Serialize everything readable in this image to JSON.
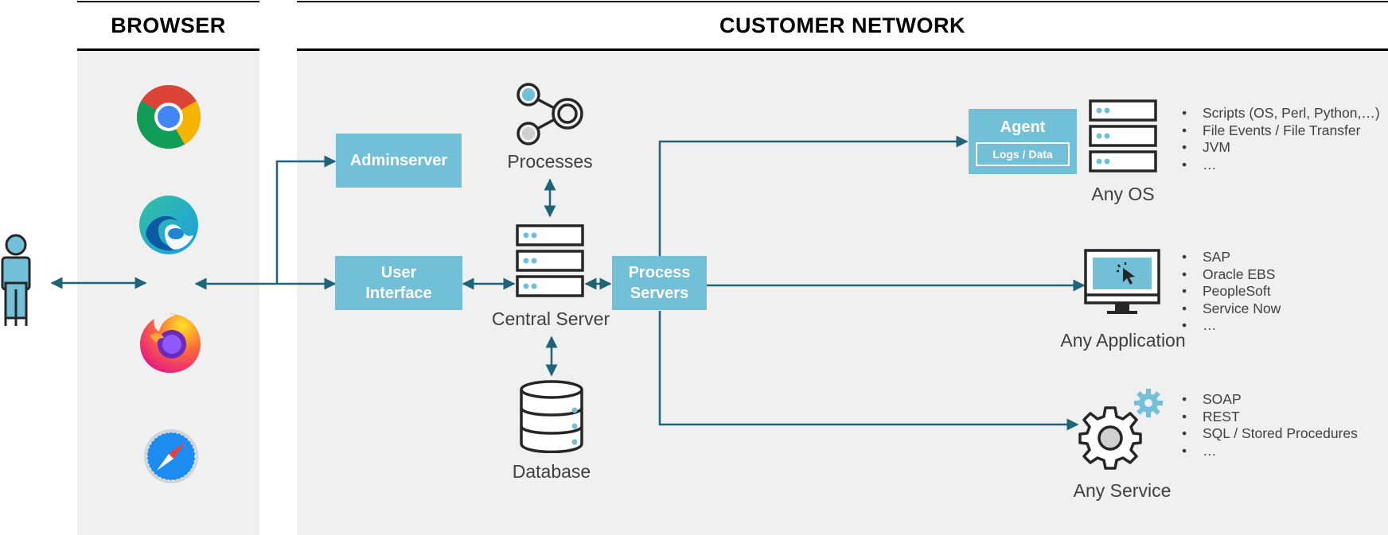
{
  "colors": {
    "accent": "#72bfd8",
    "line": "#1f6478",
    "panel": "#f0f0f0",
    "icon": "#262626"
  },
  "headers": {
    "browser": "BROWSER",
    "customer_network": "CUSTOMER NETWORK"
  },
  "browsers": [
    {
      "name": "chrome",
      "icon": "chrome-icon"
    },
    {
      "name": "edge",
      "icon": "edge-icon"
    },
    {
      "name": "firefox",
      "icon": "firefox-icon"
    },
    {
      "name": "safari",
      "icon": "safari-icon"
    }
  ],
  "boxes": {
    "adminserver": "Adminserver",
    "user_interface": "User Interface",
    "process_servers": "Process Servers",
    "agent": "Agent",
    "logs_data": "Logs / Data"
  },
  "labels": {
    "processes": "Processes",
    "central_server": "Central Server",
    "database": "Database",
    "any_os": "Any OS",
    "any_application": "Any Application",
    "any_service": "Any Service"
  },
  "lists": {
    "os": [
      "Scripts (OS, Perl, Python,…)",
      "File Events / File Transfer",
      "JVM",
      "…"
    ],
    "application": [
      "SAP",
      "Oracle EBS",
      "PeopleSoft",
      "Service Now",
      "…"
    ],
    "service": [
      "SOAP",
      "REST",
      "SQL / Stored Procedures",
      "…"
    ]
  }
}
